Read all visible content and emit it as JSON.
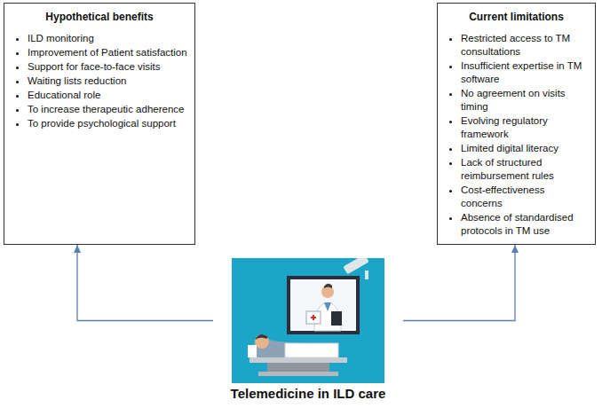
{
  "diagram": {
    "nodes": [
      {
        "text": [
          "Hypothetical benefits",
          "ILD monitoring",
          "Improvement of Patient satisfaction",
          "Support for face-to-face visits",
          "Waiting lists reduction",
          "Educational role",
          "To increase therapeutic adherence",
          "To provide psychological support"
        ]
      },
      {
        "text": [
          "Current limitations",
          "Restricted access to TM consultations",
          "Insufficient expertise in TM software",
          "No agreement on visits timing",
          "Evolving regulatory framework",
          "Limited digital literacy",
          "Lack of structured reimbursement rules",
          "Cost-effectiveness concerns",
          "Absence of standardised protocols in TM use"
        ]
      },
      {
        "text": [
          "Telemedicine in ILD care"
        ]
      }
    ],
    "edges": [
      {
        "from": 2,
        "to": 0,
        "arrow": "to"
      },
      {
        "from": 2,
        "to": 1,
        "arrow": "to"
      }
    ]
  }
}
